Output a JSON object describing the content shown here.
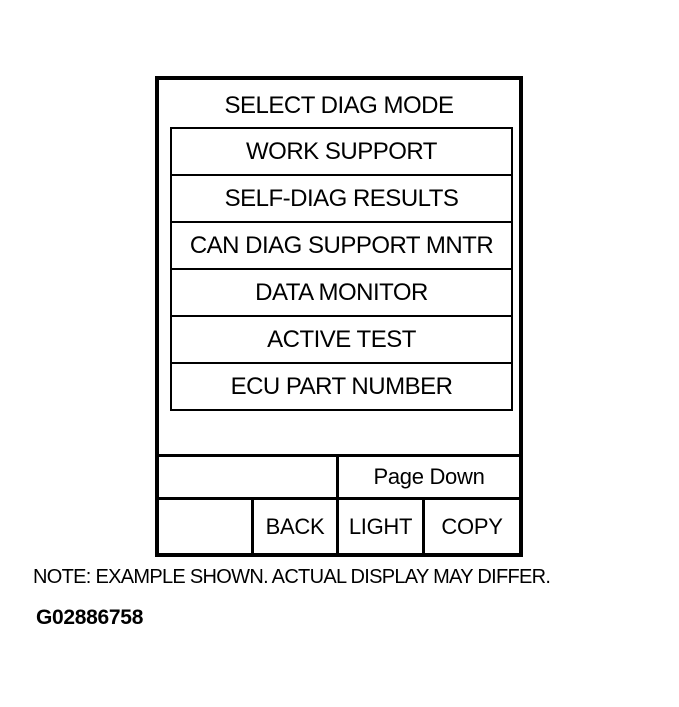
{
  "screen": {
    "title": "SELECT DIAG MODE",
    "menu_items": [
      "WORK SUPPORT",
      "SELF-DIAG RESULTS",
      "CAN DIAG SUPPORT MNTR",
      "DATA MONITOR",
      "ACTIVE TEST",
      "ECU PART NUMBER"
    ],
    "controls": {
      "page_down": "Page Down",
      "back": "BACK",
      "light": "LIGHT",
      "copy": "COPY"
    }
  },
  "caption": {
    "note": "NOTE: EXAMPLE SHOWN. ACTUAL DISPLAY MAY DIFFER.",
    "figure_id": "G02886758"
  },
  "colors": {
    "foreground": "#000000",
    "background": "#ffffff"
  }
}
